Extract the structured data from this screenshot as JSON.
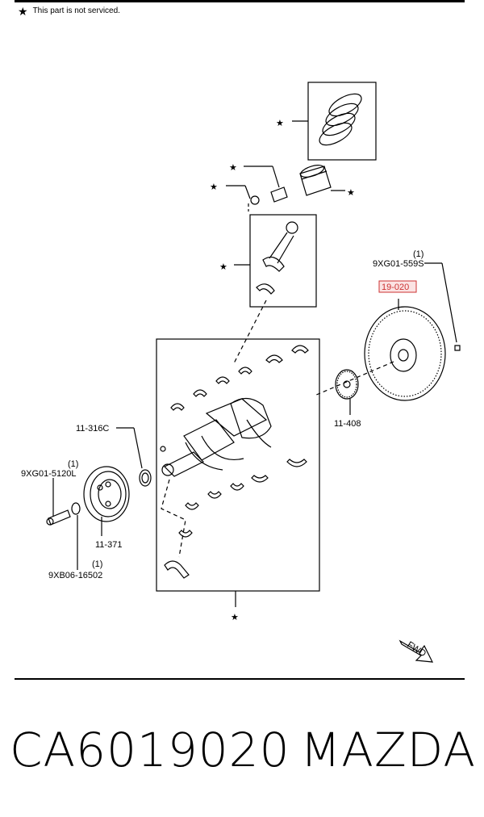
{
  "legend": {
    "symbol": "★",
    "text": "This part is not serviced."
  },
  "labels": {
    "flywheel_bolt": {
      "qty": "(1)",
      "part": "9XG01-559S"
    },
    "flywheel": "19-020",
    "crank_gear": "11-408",
    "front_seal": "11-316C",
    "pulley_bolt": {
      "qty": "(1)",
      "part": "9XG01-5120L"
    },
    "pulley": "11-371",
    "washer": {
      "qty": "(1)",
      "part": "9XB06-16502"
    }
  },
  "fwd": "FWD",
  "footer": {
    "part_number": "CA6019020",
    "brand": "MAZDA"
  },
  "colors": {
    "highlight": "#c33333"
  }
}
